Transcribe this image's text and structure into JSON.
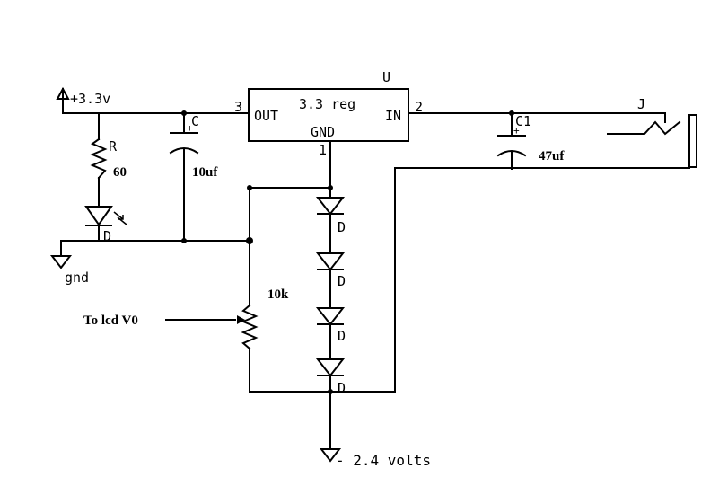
{
  "regulator": {
    "ref": "U",
    "name": "3.3 reg",
    "pin_out_num": "3",
    "pin_out_label": "OUT",
    "pin_in_num": "2",
    "pin_in_label": "IN",
    "pin_gnd_label": "GND",
    "pin_gnd_num": "1"
  },
  "supply": {
    "label": "+3.3v"
  },
  "resistor": {
    "ref": "R",
    "value": "60"
  },
  "led": {
    "ref": "D"
  },
  "ground": {
    "label": "gnd"
  },
  "cap_out": {
    "ref": "C",
    "value": "10uf",
    "polarity": "+"
  },
  "cap_in": {
    "ref": "C1",
    "value": "47uf",
    "polarity": "+"
  },
  "jack": {
    "ref": "J"
  },
  "pot": {
    "value": "10k",
    "wiper_label": "To lcd V0"
  },
  "diodes": [
    {
      "ref": "D"
    },
    {
      "ref": "D"
    },
    {
      "ref": "D"
    },
    {
      "ref": "D"
    }
  ],
  "negative_rail": {
    "label": "- 2.4 volts"
  }
}
